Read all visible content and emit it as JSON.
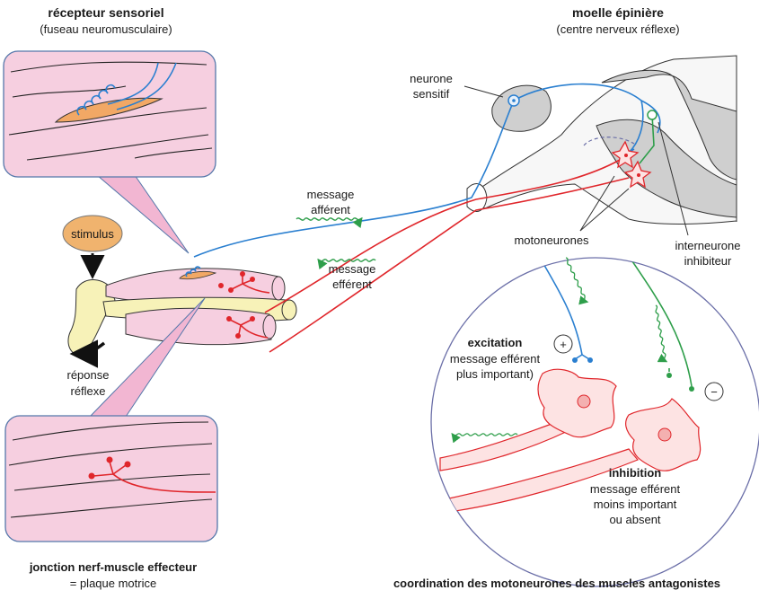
{
  "labels": {
    "receptor_title": "récepteur sensoriel",
    "receptor_sub": "(fuseau neuromusculaire)",
    "spinal_title": "moelle épinière",
    "spinal_sub": "(centre nerveux réflexe)",
    "sensory_neuron_1": "neurone",
    "sensory_neuron_2": "sensitif",
    "afferent_1": "message",
    "afferent_2": "afférent",
    "efferent_1": "message",
    "efferent_2": "efférent",
    "stimulus": "stimulus",
    "motoneurons": "motoneurones",
    "interneuron_1": "interneurone",
    "interneuron_2": "inhibiteur",
    "response_1": "réponse",
    "response_2": "réflexe",
    "excitation_title": "excitation",
    "excitation_1": "message efférent",
    "excitation_2": "plus important)",
    "plus_sign": "+",
    "minus_sign": "−",
    "inhibition_title": "inhibition",
    "inhibition_1": "message efférent",
    "inhibition_2": "moins important",
    "inhibition_3": "ou absent",
    "junction_title": "jonction nerf-muscle effecteur",
    "junction_sub": "= plaque motrice",
    "coordination_title": "coordination des motoneurones des muscles antagonistes"
  },
  "colors": {
    "afferent": "#2a7fd0",
    "efferent": "#e0262b",
    "inhibitory": "#2e9e4a",
    "muscle": "#f6cfe0",
    "bone": "#f7f2b8",
    "grey_matter": "#cfcfcf"
  }
}
